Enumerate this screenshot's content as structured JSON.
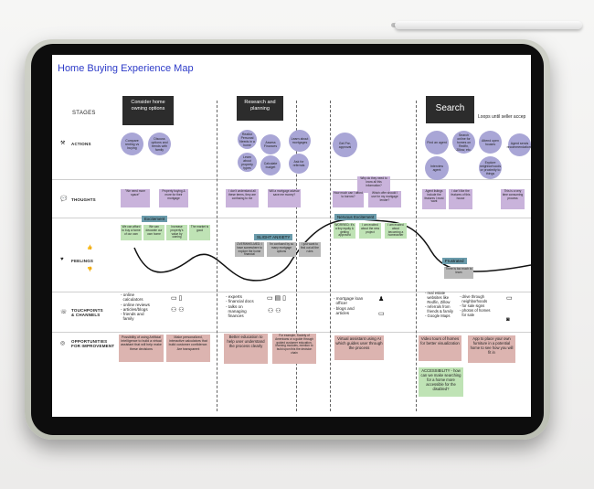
{
  "header": {
    "title": "Home Buying Experience Map"
  },
  "row_labels": {
    "stages": "STAGES",
    "actions": "ACTIONS",
    "thoughts": "THOUGHTS",
    "feelings": "FEELINGS",
    "touchpoints": "TOUCHPOINTS\n& CHANNELS",
    "opportunities": "OPPORTUNITIES\nFOR IMPROVEMENT"
  },
  "stages": [
    "Consider home owning options",
    "Research and planning",
    "Search"
  ],
  "loops_note": "Loops until seller accep",
  "actions": {
    "consider": [
      "Compare renting vs buying",
      "Discuss options and trends with family"
    ],
    "research": [
      "Realtor Personal Needs in a home",
      "Assess Finances",
      "Learn about mortgages",
      "Learn about property types",
      "Calculate budget",
      "Ask for referrals",
      "Get Pre-approval"
    ],
    "search": [
      "Find an agent",
      "Search online for homes on Redfin, Zillow, etc.",
      "Attend open houses",
      "Interview agent",
      "Explore neighborhoods or proximity to things",
      "Agent sends recommendations"
    ]
  },
  "thoughts": {
    "consider": [
      "\"We need more space\"",
      "Property buying & more for their mortgage"
    ],
    "research": [
      "I don't understand all these terms, they are confusing to me",
      "Will a mortgage advisor save me money?"
    ],
    "finance": [
      "Why do they need to know all this information?",
      "How much can I afford to borrow?",
      "Which offer should I use for my mortgage lender?"
    ],
    "search": [
      "Agent listings include the features I most want",
      "I don't like the features of this house",
      "This is a very time consuming process"
    ]
  },
  "feelings": {
    "excitement_1": "Excitement",
    "consider_notes": [
      "We can afford to buy a home of our own",
      "We can decorate our own home",
      "Increase property's value by owning",
      "The market is good"
    ],
    "slight_anxiety": "SLIGHT ANXIETY",
    "anxiety_notes": [
      "OVERWHELMED: I have somewhere to explore the home financial",
      "I'm confused by so many mortgage options",
      "I just want to find out all the rules"
    ],
    "nervous_excitement": "Nervous Excitement",
    "nervous_notes": [
      "WORRIED: It's a tiny equity & getting approved",
      "I am excited about the new project",
      "I am excited about becoming a homeowner"
    ],
    "frustrated": "Frustrated",
    "frustrated_note": "There is too much to learn"
  },
  "touchpoints": {
    "consider": "- online\n  calculators\n- online reviews\n- articles/blogs\n- friends and\n  family",
    "research": "- experts\n- financial docs\n- talks on\n  managing\n  finances",
    "finance": "- mortgage loan\n  officer\n- blogs and\n  articles",
    "search_a": "- real estate\n  websites like\n  Redfin, Zillow\n- referrals from\n  friends & family\n- Google Maps",
    "search_b": "- drive through\n  neighborhoods\n- for sale signs\n- photos of homes\n  for sale"
  },
  "opportunities": {
    "consider": [
      "Possibility of using Artificial Intelligence to build a virtual assistant that will help make these decisions",
      "Make personalized, interactive calculators that build customer confidence. Are transparent"
    ],
    "research": [
      "Better education to help user understand the process clearly",
      "For example, Society of Americans or a guide through guided customer education, learning modules, mention to build upon this the decision chain"
    ],
    "finance": "Virtual assistant using AI which guides user through the process",
    "search": [
      "Video tours of homes for better visualization",
      "App to place your own furniture in a potential home to see how you will fit in",
      "ACCESSIBILITY - how can we make searching for a home more accessible for the disabled?"
    ]
  },
  "icons": [
    "actions-icon",
    "thoughts-icon",
    "feelings-icon",
    "touchpoints-icon",
    "opportunities-icon"
  ],
  "colors": {
    "title": "#2d3bc8",
    "stage_box": "#2c2c2c",
    "action_circle": "#a9a6d6",
    "thought_note": "#c9b3db",
    "feeling_green": "#bfe3b5",
    "feeling_gray": "#b9b9b9",
    "feeling_tag": "#6a9bab",
    "opportunity": "#dcb4b0"
  }
}
